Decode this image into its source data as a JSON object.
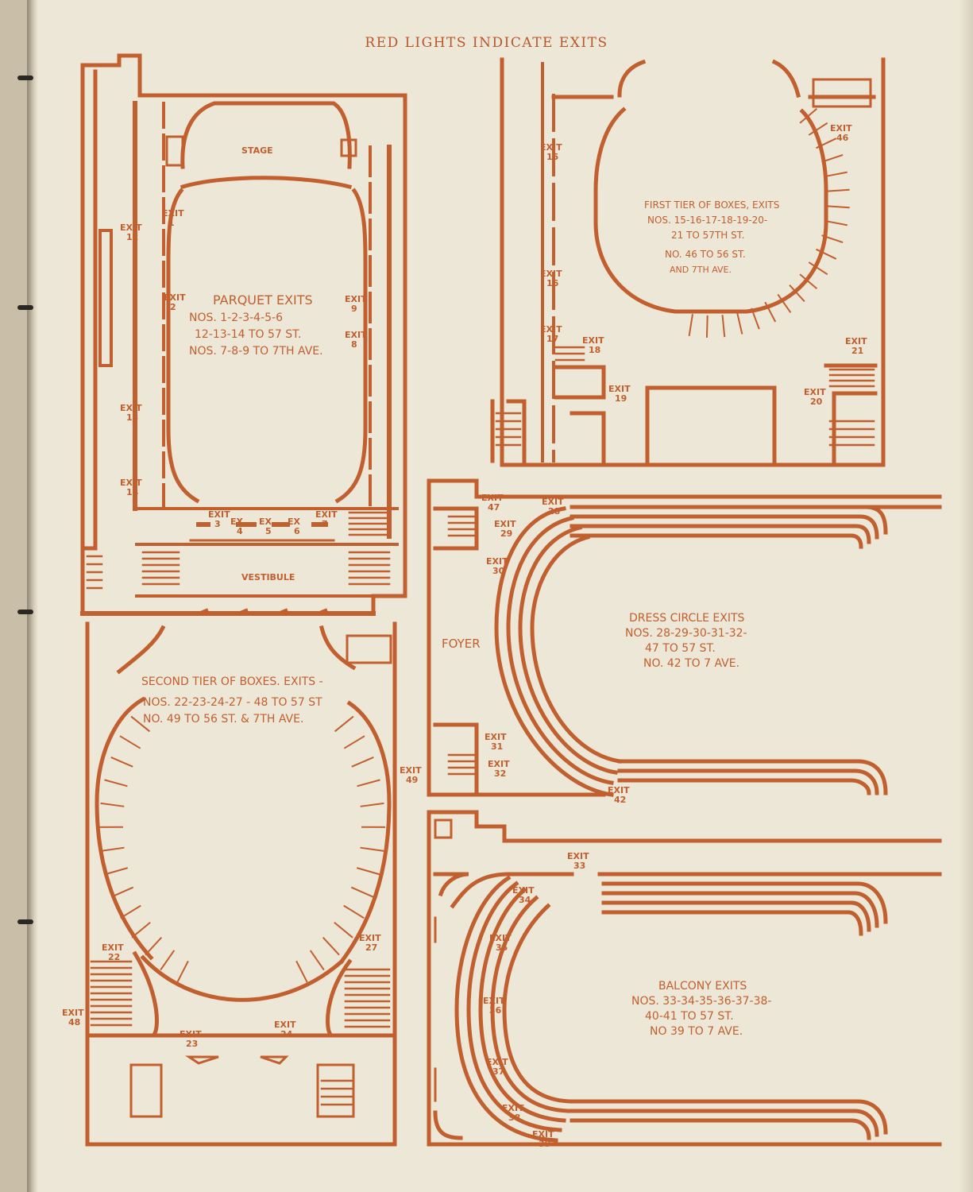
{
  "header": "RED LIGHTS INDICATE EXITS",
  "colors": {
    "paper": "#ede7d7",
    "ink": "#c25f2f",
    "binding": "#2b2824"
  },
  "parquet": {
    "stage": "STAGE",
    "vestibule": "VESTIBULE",
    "exit_word": "EXIT",
    "ex_word": "EX",
    "exits": [
      "1",
      "2",
      "3",
      "4",
      "5",
      "6",
      "7",
      "8",
      "9",
      "12",
      "13",
      "14"
    ],
    "lines": [
      "PARQUET EXITS",
      "NOS. 1-2-3-4-5-6",
      "12-13-14 TO 57 ST.",
      "NOS. 7-8-9 TO 7TH AVE."
    ]
  },
  "first_tier": {
    "exit_word": "EXIT",
    "exits": [
      "15",
      "16",
      "17",
      "18",
      "19",
      "20",
      "21",
      "46"
    ],
    "lines": [
      "FIRST TIER OF BOXES, EXITS",
      "NOS. 15-16-17-18-19-20-",
      "21 TO 57TH ST.",
      "NO. 46 TO 56 ST.",
      "AND 7TH AVE."
    ]
  },
  "dress_circle": {
    "foyer": "FOYER",
    "exit_word": "EXIT",
    "exits": [
      "28",
      "29",
      "30",
      "31",
      "32",
      "42",
      "47"
    ],
    "lines": [
      "DRESS CIRCLE EXITS",
      "NOS. 28-29-30-31-32-",
      "47 TO 57 ST.",
      "NO. 42 TO 7 AVE."
    ]
  },
  "second_tier": {
    "exit_word": "EXIT",
    "exits": [
      "22",
      "23",
      "24",
      "27",
      "48",
      "49"
    ],
    "lines": [
      "SECOND TIER OF BOXES. EXITS -",
      "NOS. 22-23-24-27 - 48 TO 57 ST",
      "NO. 49 TO 56 ST. & 7TH AVE."
    ]
  },
  "balcony": {
    "exit_word": "EXIT",
    "exits": [
      "33",
      "34",
      "35",
      "36",
      "37",
      "38",
      "39"
    ],
    "lines": [
      "BALCONY EXITS",
      "NOS. 33-34-35-36-37-38-",
      "40-41 TO 57 ST.",
      "NO 39 TO 7 AVE."
    ]
  }
}
